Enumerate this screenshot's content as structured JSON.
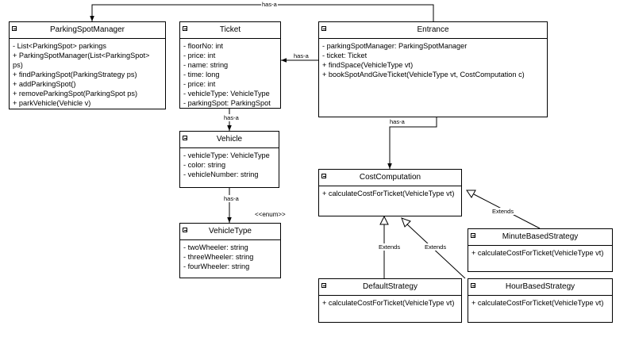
{
  "classes": {
    "parking_spot_manager": {
      "name": "ParkingSpotManager",
      "members": [
        "- List<ParkingSpot> parkings",
        "+ ParkingSpotManager(List<ParkingSpot>",
        "ps)",
        "+ findParkingSpot(ParkingStrategy ps)",
        "+ addParkingSpot()",
        "+ removeParkingSpot(ParkingSpot ps)",
        "+ parkVehicle(Vehicle v)"
      ]
    },
    "ticket": {
      "name": "Ticket",
      "members": [
        "- floorNo: int",
        "- price: int",
        "- name: string",
        "- time: long",
        "- price: int",
        "- vehicleType: VehicleType",
        "- parkingSpot: ParkingSpot"
      ]
    },
    "entrance": {
      "name": "Entrance",
      "members": [
        "- parkingSpotManager: ParkingSpotManager",
        "- ticket: Ticket",
        "+ findSpace(VehicleType vt)",
        "+ bookSpotAndGiveTicket(VehicleType vt, CostComputation c)"
      ]
    },
    "vehicle": {
      "name": "Vehicle",
      "members": [
        "- vehicleType: VehicleType",
        "- color: string",
        "- vehicleNumber: string"
      ]
    },
    "vehicle_type": {
      "name": "VehicleType",
      "stereotype": "<<enum>>",
      "members": [
        "- twoWheeler: string",
        "- threeWheeler: string",
        "- fourWheeler: string"
      ]
    },
    "cost_computation": {
      "name": "CostComputation",
      "members": [
        "+ calculateCostForTicket(VehicleType vt)"
      ]
    },
    "minute_based_strategy": {
      "name": "MinuteBasedStrategy",
      "members": [
        "+ calculateCostForTicket(VehicleType vt)"
      ]
    },
    "default_strategy": {
      "name": "DefaultStrategy",
      "members": [
        "+ calculateCostForTicket(VehicleType vt)"
      ]
    },
    "hour_based_strategy": {
      "name": "HourBasedStrategy",
      "members": [
        "+ calculateCostForTicket(VehicleType vt)"
      ]
    }
  },
  "relations": {
    "entrance_to_manager": "has-a",
    "entrance_to_ticket": "has-a",
    "entrance_to_cost": "has-a",
    "ticket_to_vehicle": "has-a",
    "vehicle_to_type": "has-a",
    "minute_extends": "Extends",
    "default_extends": "Extends",
    "hour_extends": "Extends"
  }
}
